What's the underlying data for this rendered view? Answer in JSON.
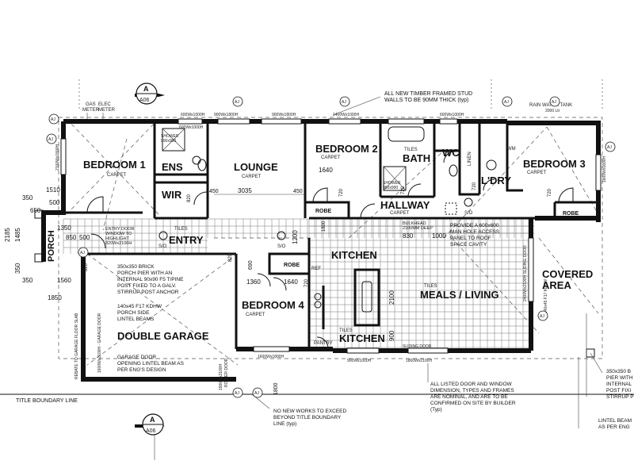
{
  "rooms": {
    "bedroom1": "BEDROOM 1",
    "ens": "ENS",
    "wir": "WIR",
    "lounge": "LOUNGE",
    "bedroom2": "BEDROOM 2",
    "bath": "BATH",
    "wc": "WC",
    "bedroom3": "BEDROOM 3",
    "ldry": "L'DRY",
    "hallway": "HALLWAY",
    "entry": "ENTRY",
    "porch": "PORCH",
    "kitchen": "KITCHEN",
    "kitchen2": "KITCHEN",
    "meals": "MEALS / LIVING",
    "covered": "COVERED AREA",
    "bedroom4": "BEDROOM 4",
    "garage": "DOUBLE GARAGE",
    "pantry": "PANTRY",
    "ref": "REF",
    "linen": "LINEN",
    "robe": "ROBE",
    "wm": "WM",
    "tub": "TUB"
  },
  "finishes": {
    "carpet": "CARPET",
    "tiles": "TILES"
  },
  "section_marker": {
    "letter": "A",
    "sheet": "A06"
  },
  "tags": {
    "aj": "AJ",
    "so": "S/O"
  },
  "notes": {
    "timber": [
      "ALL NEW TIMBER FRAMED STUD",
      "WALLS TO BE 90MM THICK (typ)"
    ],
    "rain_tank": [
      "RAIN WATER TANK",
      "2000 Ltr"
    ],
    "gas_meter": [
      "GAS",
      "METER"
    ],
    "elec_meter": [
      "ELEC",
      "METER"
    ],
    "shower1": [
      "SHOWER",
      "900x900"
    ],
    "shower2": [
      "SHOWER",
      "900x900"
    ],
    "entry_door": [
      "ENTRY DOOR",
      "WINDOW TO",
      "HIGHLIGHT",
      "820Wx2100H"
    ],
    "bulkhead": [
      "BULKHEAD",
      "2100MM DEEP"
    ],
    "manhole": [
      "PROVIDE A 600x600",
      "MAN HOLE ACCESS",
      "PANEL TO ROOF",
      "SPACE CAVITY"
    ],
    "pier": [
      "350x350 BRICK",
      "PORCH PIER WITH AN",
      "INTERNAL 90x90 F5 T/PINE",
      "POST FIXED TO A GALV.",
      "STIRRUP POST ANCHOR"
    ],
    "kdhw": [
      "140x45 F17 KDHW",
      "PORCH SIDE",
      "LINTEL BEAMS"
    ],
    "garage_door": [
      "GARAGE DOOR",
      "OPENING LINTEL BEAM AS",
      "PER ENG'S DESIGN"
    ],
    "rebate": "REBATE TO GARAGE FLOOR SLAB",
    "window_garage": "1600Wx2100H - GARAGE DOOR",
    "roller_door": [
      "1500Wx2100H",
      "ROLLER DOOR"
    ],
    "no_works": [
      "NO NEW WORKS TO EXCEED",
      "BEYOND TITLE BOUNDARY",
      "LINE (typ)"
    ],
    "listed": [
      "ALL LISTED DOOR AND WINDOW",
      "DIMENSION, TYPES AND FRAMES",
      "ARE NOMINAL, AND ARE TO BE",
      "CONFIRMED ON SITE BY BUILDER",
      "(Typ)"
    ],
    "title_boundary": "TITLE BOUNDARY LINE",
    "pier_right": [
      "350x350 B",
      "PIER WITH",
      "INTERNAL",
      "POST FIXI",
      "STIRRUP P"
    ],
    "lintel_right": [
      "LINTEL BEAM",
      "AS PER ENG"
    ],
    "sliding_door": "SLIDING DOOR",
    "sliding_meals": "2400Wx2100H SLIDING DOOR",
    "covered_beam": "140x45 F17 KDHW"
  },
  "window_labels": {
    "w_lounge1": "600Wx1000H",
    "w_lounge2": "900Wx1800H",
    "w_bed2": "900Wx1800H",
    "w_bath1": "1400Wx1000H",
    "w_bath2": "600Wx1000H",
    "w_bed1_side": "2100Wx1800H",
    "w_bed3_side": "1800Wx1800H",
    "w_bed4": "1600Wx1800H",
    "w_kitchen": "900Wx1000H",
    "w_meals": "1800Wx2100H",
    "w_ens": "600Wx1000H"
  },
  "dims": {
    "d3035": "3035",
    "d450a": "450",
    "d450b": "450",
    "d1640a": "1640",
    "d1640b": "1640",
    "d1360": "1360",
    "d1200": "1200",
    "d2100": "2100",
    "d900": "900",
    "d830": "830",
    "d1000": "1000",
    "d1350": "1350",
    "d850": "850",
    "d500a": "500",
    "d500b": "500",
    "d1560": "1560",
    "d1850": "1850",
    "d350a": "350",
    "d650": "650",
    "d1510": "1510",
    "d350b": "350",
    "d2185": "2185",
    "d1485": "1485",
    "d350c": "350",
    "d690": "690",
    "d820a": "820",
    "d820b": "820",
    "d720a": "720",
    "d720b": "720",
    "d720c": "720",
    "d720d": "720",
    "d720e": "720",
    "d1800": "1800",
    "d1800b": "1800",
    "d820c": "820"
  }
}
